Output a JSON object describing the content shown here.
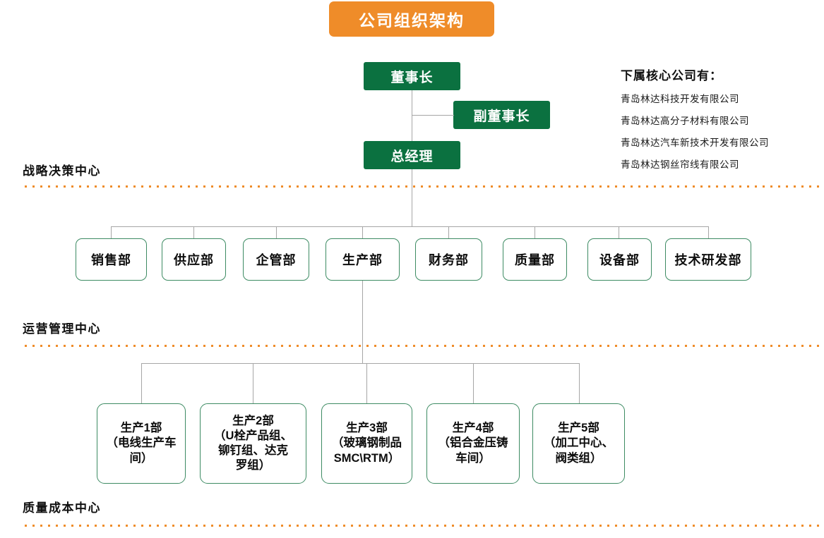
{
  "title": "公司组织架构",
  "colors": {
    "title_bg": "#ef8c29",
    "node_green": "#0b7140",
    "box_border_green": "#3d8b63",
    "connector_gray": "#a6a6a6",
    "divider_orange": "#ef8c29"
  },
  "executives": [
    {
      "id": "chairman",
      "label": "董事长"
    },
    {
      "id": "vice_chairman",
      "label": "副董事长"
    },
    {
      "id": "general_manager",
      "label": "总经理"
    }
  ],
  "bands": [
    {
      "id": "strategic",
      "label": "战略决策中心"
    },
    {
      "id": "operations",
      "label": "运营管理中心"
    },
    {
      "id": "quality_cost",
      "label": "质量成本中心"
    }
  ],
  "departments": [
    {
      "label": "销售部"
    },
    {
      "label": "供应部"
    },
    {
      "label": "企管部"
    },
    {
      "label": "生产部"
    },
    {
      "label": "财务部"
    },
    {
      "label": "质量部"
    },
    {
      "label": "设备部"
    },
    {
      "label": "技术研发部"
    }
  ],
  "production_units": [
    {
      "label": "生产1部\n（电线生产车\n间）"
    },
    {
      "label": "生产2部\n（U栓产品组、\n铆钉组、达克\n罗组）"
    },
    {
      "label": "生产3部\n（玻璃钢制品\nSMC\\RTM）"
    },
    {
      "label": "生产4部\n（铝合金压铸\n车间）"
    },
    {
      "label": "生产5部\n（加工中心、\n阀类组）"
    }
  ],
  "subsidiaries": {
    "heading": "下属核心公司有：",
    "items": [
      "青岛林达科技开发有限公司",
      "青岛林达高分子材料有限公司",
      "青岛林达汽车新技术开发有限公司",
      "青岛林达钢丝帘线有限公司"
    ]
  }
}
